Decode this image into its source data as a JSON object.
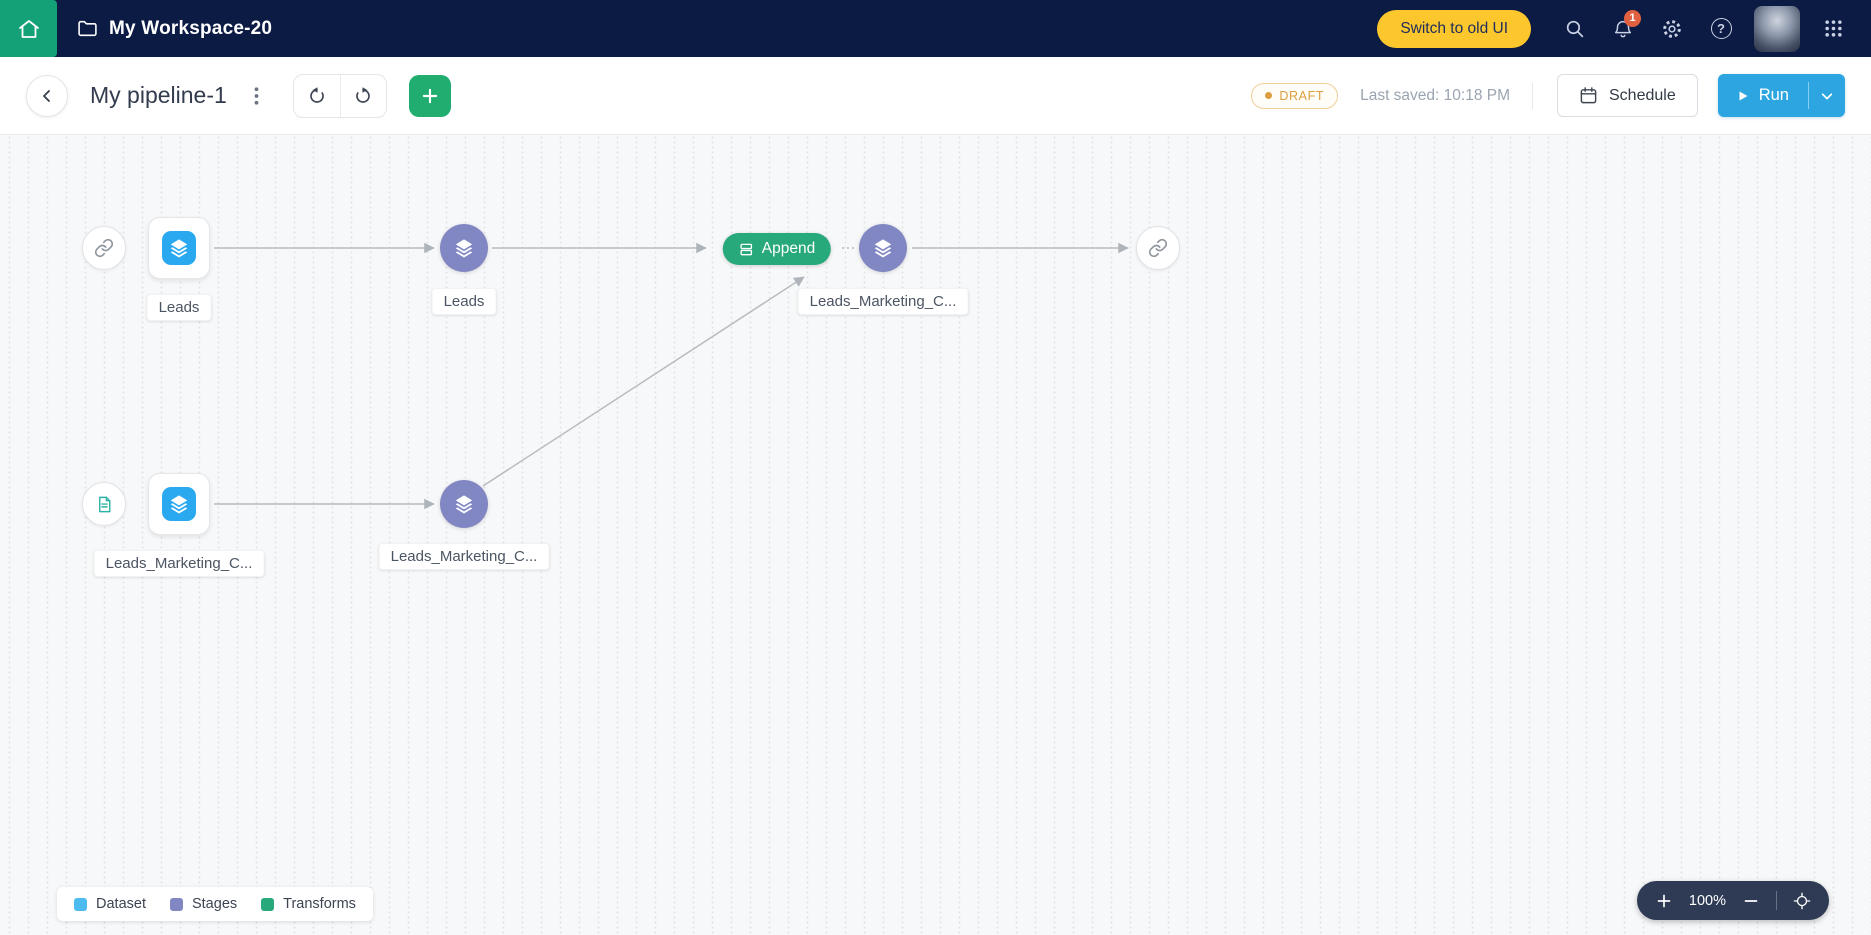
{
  "topbar": {
    "workspace_name": "My Workspace-20",
    "switch_to_old_ui_label": "Switch to old UI",
    "notification_count": "1",
    "help_glyph": "?"
  },
  "toolbar": {
    "pipeline_title": "My pipeline-1",
    "draft_badge": "DRAFT",
    "last_saved": "Last saved: 10:18 PM",
    "schedule_label": "Schedule",
    "run_label": "Run"
  },
  "canvas": {
    "nodes": [
      {
        "id": "source-link-1",
        "type": "source-connection"
      },
      {
        "id": "dataset-1",
        "type": "dataset",
        "label": "Leads"
      },
      {
        "id": "stage-1",
        "type": "stage",
        "label": "Leads"
      },
      {
        "id": "transform-1",
        "type": "transform",
        "label": "Append"
      },
      {
        "id": "stage-2",
        "type": "stage",
        "label": "Leads_Marketing_C..."
      },
      {
        "id": "output-link-1",
        "type": "output-connection"
      },
      {
        "id": "source-file-1",
        "type": "source-file"
      },
      {
        "id": "dataset-2",
        "type": "dataset",
        "label": "Leads_Marketing_C..."
      },
      {
        "id": "stage-3",
        "type": "stage",
        "label": "Leads_Marketing_C..."
      }
    ]
  },
  "legend": [
    {
      "label": "Dataset",
      "color": "#4dbbf0"
    },
    {
      "label": "Stages",
      "color": "#8187c3"
    },
    {
      "label": "Transforms",
      "color": "#27a97c"
    }
  ],
  "zoom": {
    "level": "100%"
  },
  "colors": {
    "topbar_bg": "#0c1b44",
    "home_green": "#14a178",
    "switch_yellow": "#fcc72d",
    "dataset_blue": "#2aa9f0",
    "stage_purple": "#8187c3",
    "transform_green": "#27a97c",
    "run_blue": "#2ca5e0",
    "draft_orange": "#dd9d3e"
  }
}
